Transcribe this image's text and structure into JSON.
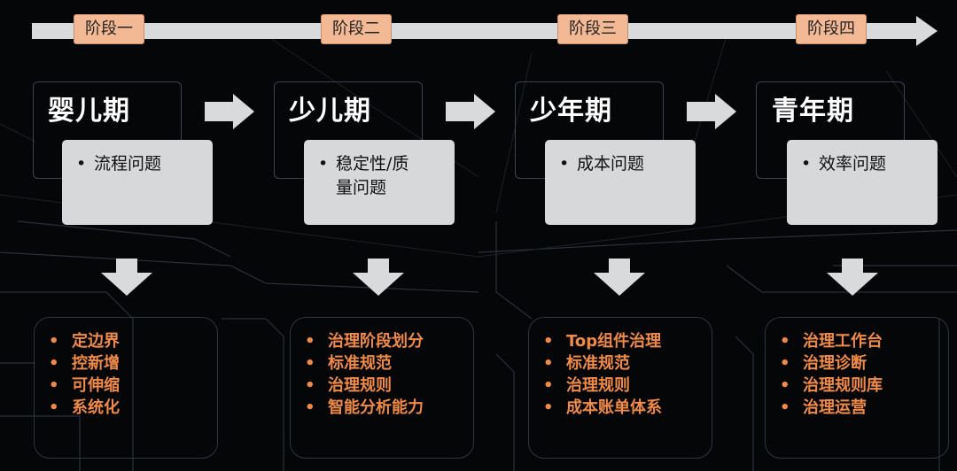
{
  "timeline": {
    "stages": [
      "阶段一",
      "阶段二",
      "阶段三",
      "阶段四"
    ]
  },
  "phases": [
    {
      "title": "婴儿期",
      "issue": [
        "流程问题"
      ],
      "solutions": [
        "定边界",
        "控新增",
        "可伸缩",
        "系统化"
      ]
    },
    {
      "title": "少儿期",
      "issue": [
        "稳定性/质",
        "量问题"
      ],
      "solutions": [
        "治理阶段划分",
        "标准规范",
        "治理规则",
        "智能分析能力"
      ]
    },
    {
      "title": "少年期",
      "issue": [
        "成本问题"
      ],
      "solutions": [
        "Top组件治理",
        "标准规范",
        "治理规则",
        "成本账单体系"
      ]
    },
    {
      "title": "青年期",
      "issue": [
        "效率问题"
      ],
      "solutions": [
        "治理工作台",
        "治理诊断",
        "治理规则库",
        "治理运营"
      ]
    }
  ],
  "bullet_symbol": "•",
  "colors": {
    "background": "#050608",
    "arrow": "#d9dadc",
    "stage_tag": "#f3b894",
    "issue_card": "#d7d8da",
    "solution_text": "#ef8a48",
    "title_text": "#ffffff"
  }
}
